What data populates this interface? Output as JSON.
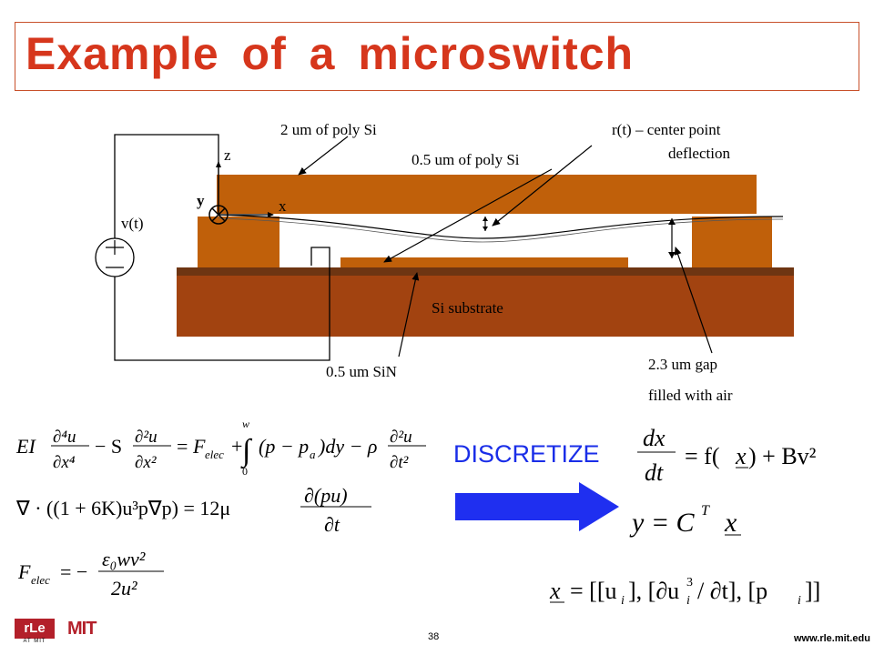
{
  "slide": {
    "title": "Example of a microswitch",
    "page_number": "38",
    "footer_url": "www.rle.mit.edu"
  },
  "diagram": {
    "labels": {
      "poly_2um": "2 um of poly Si",
      "poly_05um": "0.5 um of poly Si",
      "center_deflection_line1": "r(t) – center point",
      "center_deflection_line2": "deflection",
      "z_axis": "z",
      "y_axis": "y",
      "x_axis": "x",
      "voltage": "v(t)",
      "substrate": "Si substrate",
      "sin": "0.5 um SiN",
      "gap_line1": "2.3 um gap",
      "gap_line2": "filled with air"
    },
    "colors": {
      "poly": "#c0600a",
      "substrate": "#a24310",
      "sin_layer": "#6e3512"
    }
  },
  "discretize": {
    "label": "DISCRETIZE",
    "arrow_color": "#1f2ff0",
    "label_color": "#1a2ee8"
  },
  "logos": {
    "rle_text": "rLe",
    "rle_sub": "AT MIT",
    "mit_text": "MIT"
  }
}
